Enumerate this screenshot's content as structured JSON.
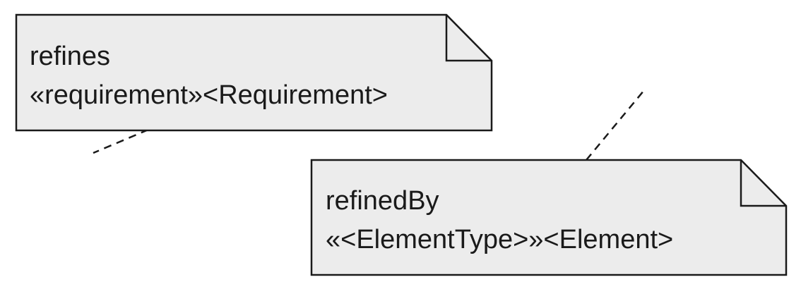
{
  "notes": [
    {
      "id": "refines-note",
      "line1": "refines",
      "line2": "«requirement»<Requirement>"
    },
    {
      "id": "refinedby-note",
      "line1": "refinedBy",
      "line2": "«<ElementType>»<Element>"
    }
  ]
}
